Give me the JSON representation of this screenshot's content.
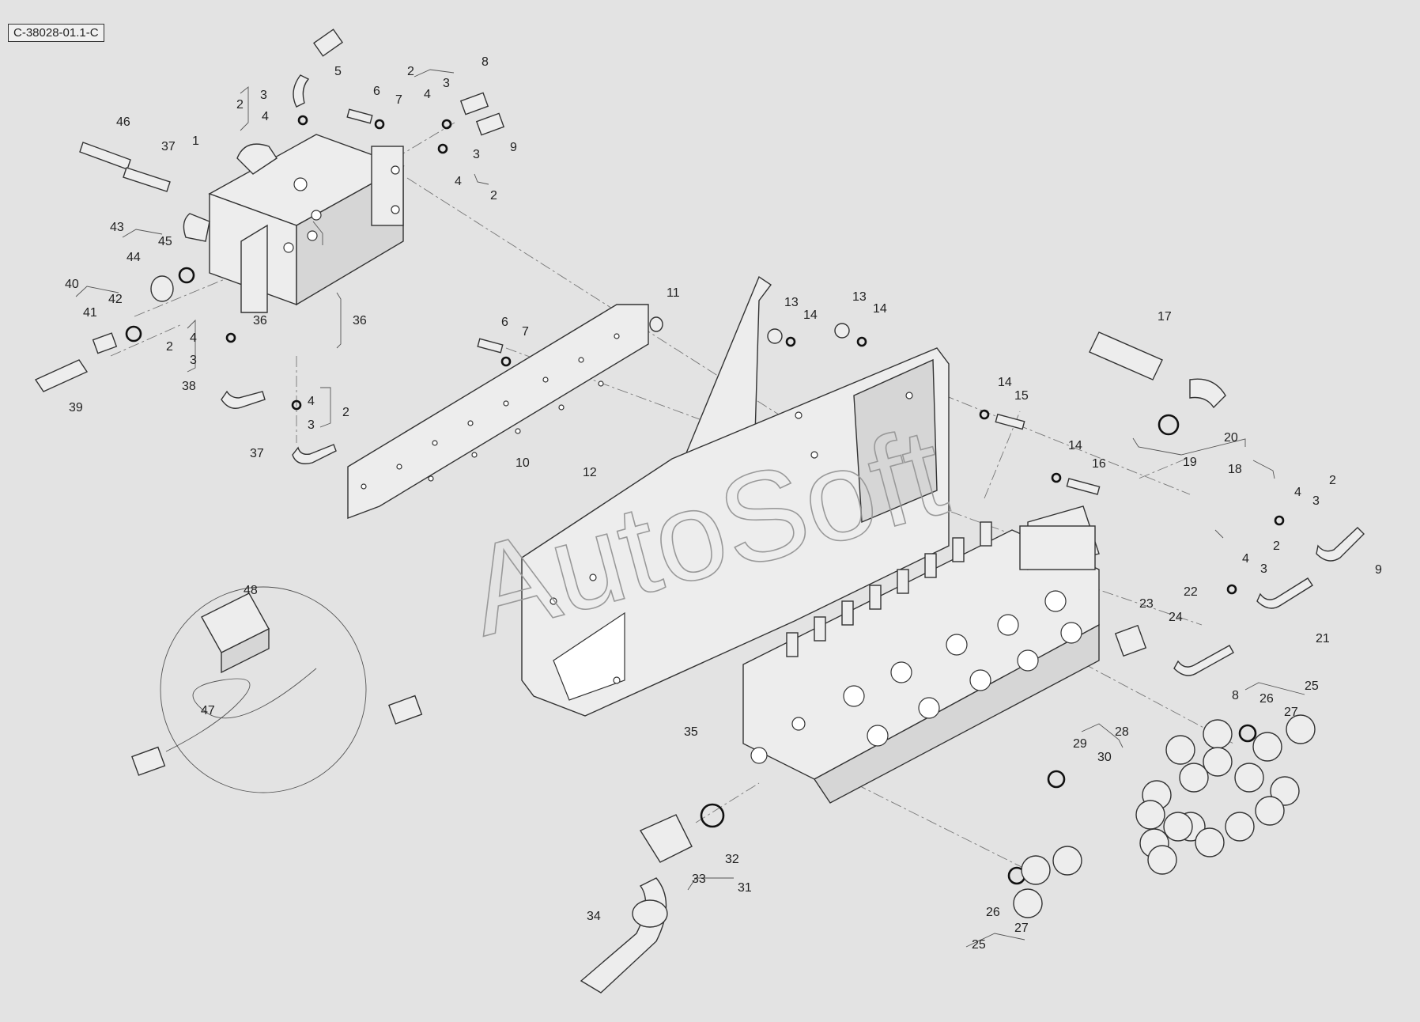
{
  "drawing_code": "C-38028-01.1-C",
  "watermark": "AutoSoft",
  "callouts": {
    "c1": "1",
    "c2a": "2",
    "c2b": "2",
    "c2c": "2",
    "c2d": "2",
    "c2e": "2",
    "c2f": "2",
    "c2g": "2",
    "c3a": "3",
    "c3b": "3",
    "c3c": "3",
    "c3d": "3",
    "c3e": "3",
    "c3f": "3",
    "c3g": "3",
    "c4a": "4",
    "c4b": "4",
    "c4c": "4",
    "c4d": "4",
    "c4e": "4",
    "c4f": "4",
    "c4g": "4",
    "c5": "5",
    "c6a": "6",
    "c6b": "6",
    "c7a": "7",
    "c7b": "7",
    "c8a": "8",
    "c8b": "8",
    "c9a": "9",
    "c9b": "9",
    "c10": "10",
    "c11": "11",
    "c12": "12",
    "c13a": "13",
    "c13b": "13",
    "c14a": "14",
    "c14b": "14",
    "c14c": "14",
    "c14d": "14",
    "c15": "15",
    "c16": "16",
    "c17": "17",
    "c18": "18",
    "c19": "19",
    "c20": "20",
    "c21": "21",
    "c22": "22",
    "c23": "23",
    "c24": "24",
    "c25a": "25",
    "c25b": "25",
    "c26a": "26",
    "c26b": "26",
    "c27a": "27",
    "c27b": "27",
    "c28": "28",
    "c29": "29",
    "c30": "30",
    "c31": "31",
    "c32": "32",
    "c33": "33",
    "c34": "34",
    "c35": "35",
    "c36a": "36",
    "c36b": "36",
    "c37a": "37",
    "c37b": "37",
    "c38": "38",
    "c39": "39",
    "c40": "40",
    "c41": "41",
    "c42": "42",
    "c43": "43",
    "c44": "44",
    "c45": "45",
    "c46": "46",
    "c47": "47",
    "c48": "48"
  }
}
